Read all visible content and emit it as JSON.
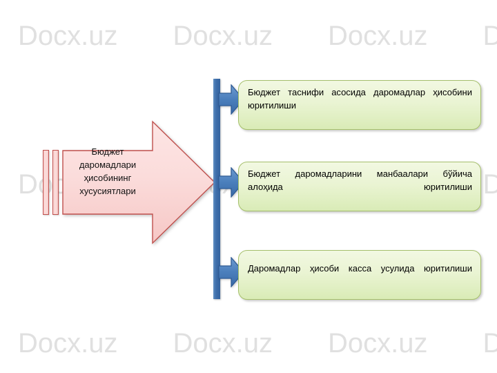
{
  "watermark": {
    "text": "Docx.uz",
    "repeat_per_row": 4,
    "rows": 3,
    "color": "#e0e0e0"
  },
  "diagram": {
    "source": {
      "label": "Бюджет даромадлари ҳисобининг хусусиятлари",
      "fill_color": "#fbdedd",
      "border_color": "#c0504d",
      "shape": "right-arrow-pentagon"
    },
    "connector": {
      "spine_color": "#3f6fab",
      "arrow_fill": "#4a7ebb",
      "arrow_border": "#2f5c96",
      "arrow_count": 3
    },
    "items": [
      {
        "label": "Бюджет таснифи асосида даромадлар ҳисобини юритилиши",
        "fill_color": "#eaf4d3",
        "border_color": "#a5bf6b"
      },
      {
        "label": "Бюджет даромадларини манбаалари бўйича алоҳида юритилиши",
        "fill_color": "#eaf4d3",
        "border_color": "#a5bf6b"
      },
      {
        "label": "Даромадлар ҳисоби касса усулида юритилиши",
        "fill_color": "#eaf4d3",
        "border_color": "#a5bf6b"
      }
    ]
  }
}
